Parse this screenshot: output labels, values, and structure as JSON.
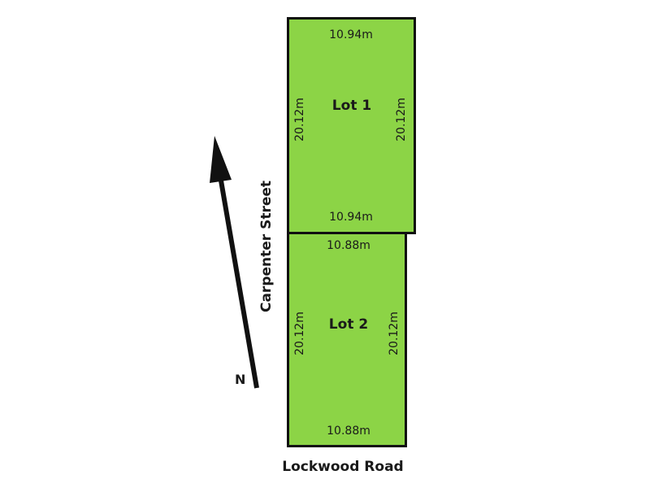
{
  "lots": [
    {
      "label": "Lot 1",
      "top_dim": "10.94m",
      "bottom_dim": "10.94m",
      "left_dim": "20.12m",
      "right_dim": "20.12m"
    },
    {
      "label": "Lot 2",
      "top_dim": "10.88m",
      "bottom_dim": "10.88m",
      "left_dim": "20.12m",
      "right_dim": "20.12m"
    }
  ],
  "streets": {
    "side": "Carpenter Street",
    "front": "Lockwood Road"
  },
  "compass": {
    "label": "N"
  },
  "colors": {
    "lot_fill": "#8cd446",
    "outline": "#111111"
  }
}
